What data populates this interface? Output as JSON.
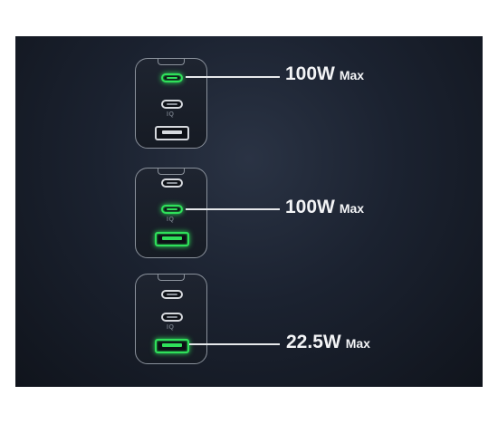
{
  "rows": [
    {
      "watt": "100W",
      "max": "Max",
      "active_port": "usb-c1"
    },
    {
      "watt": "100W",
      "max": "Max",
      "active_port": "usb-c2"
    },
    {
      "watt": "22.5W",
      "max": "Max",
      "active_port": "usb-a"
    }
  ],
  "charger": {
    "iq_mark": "IQ"
  },
  "colors": {
    "background": "#1b2230",
    "active_port": "#2fe05a",
    "text": "#f3f4f6"
  }
}
